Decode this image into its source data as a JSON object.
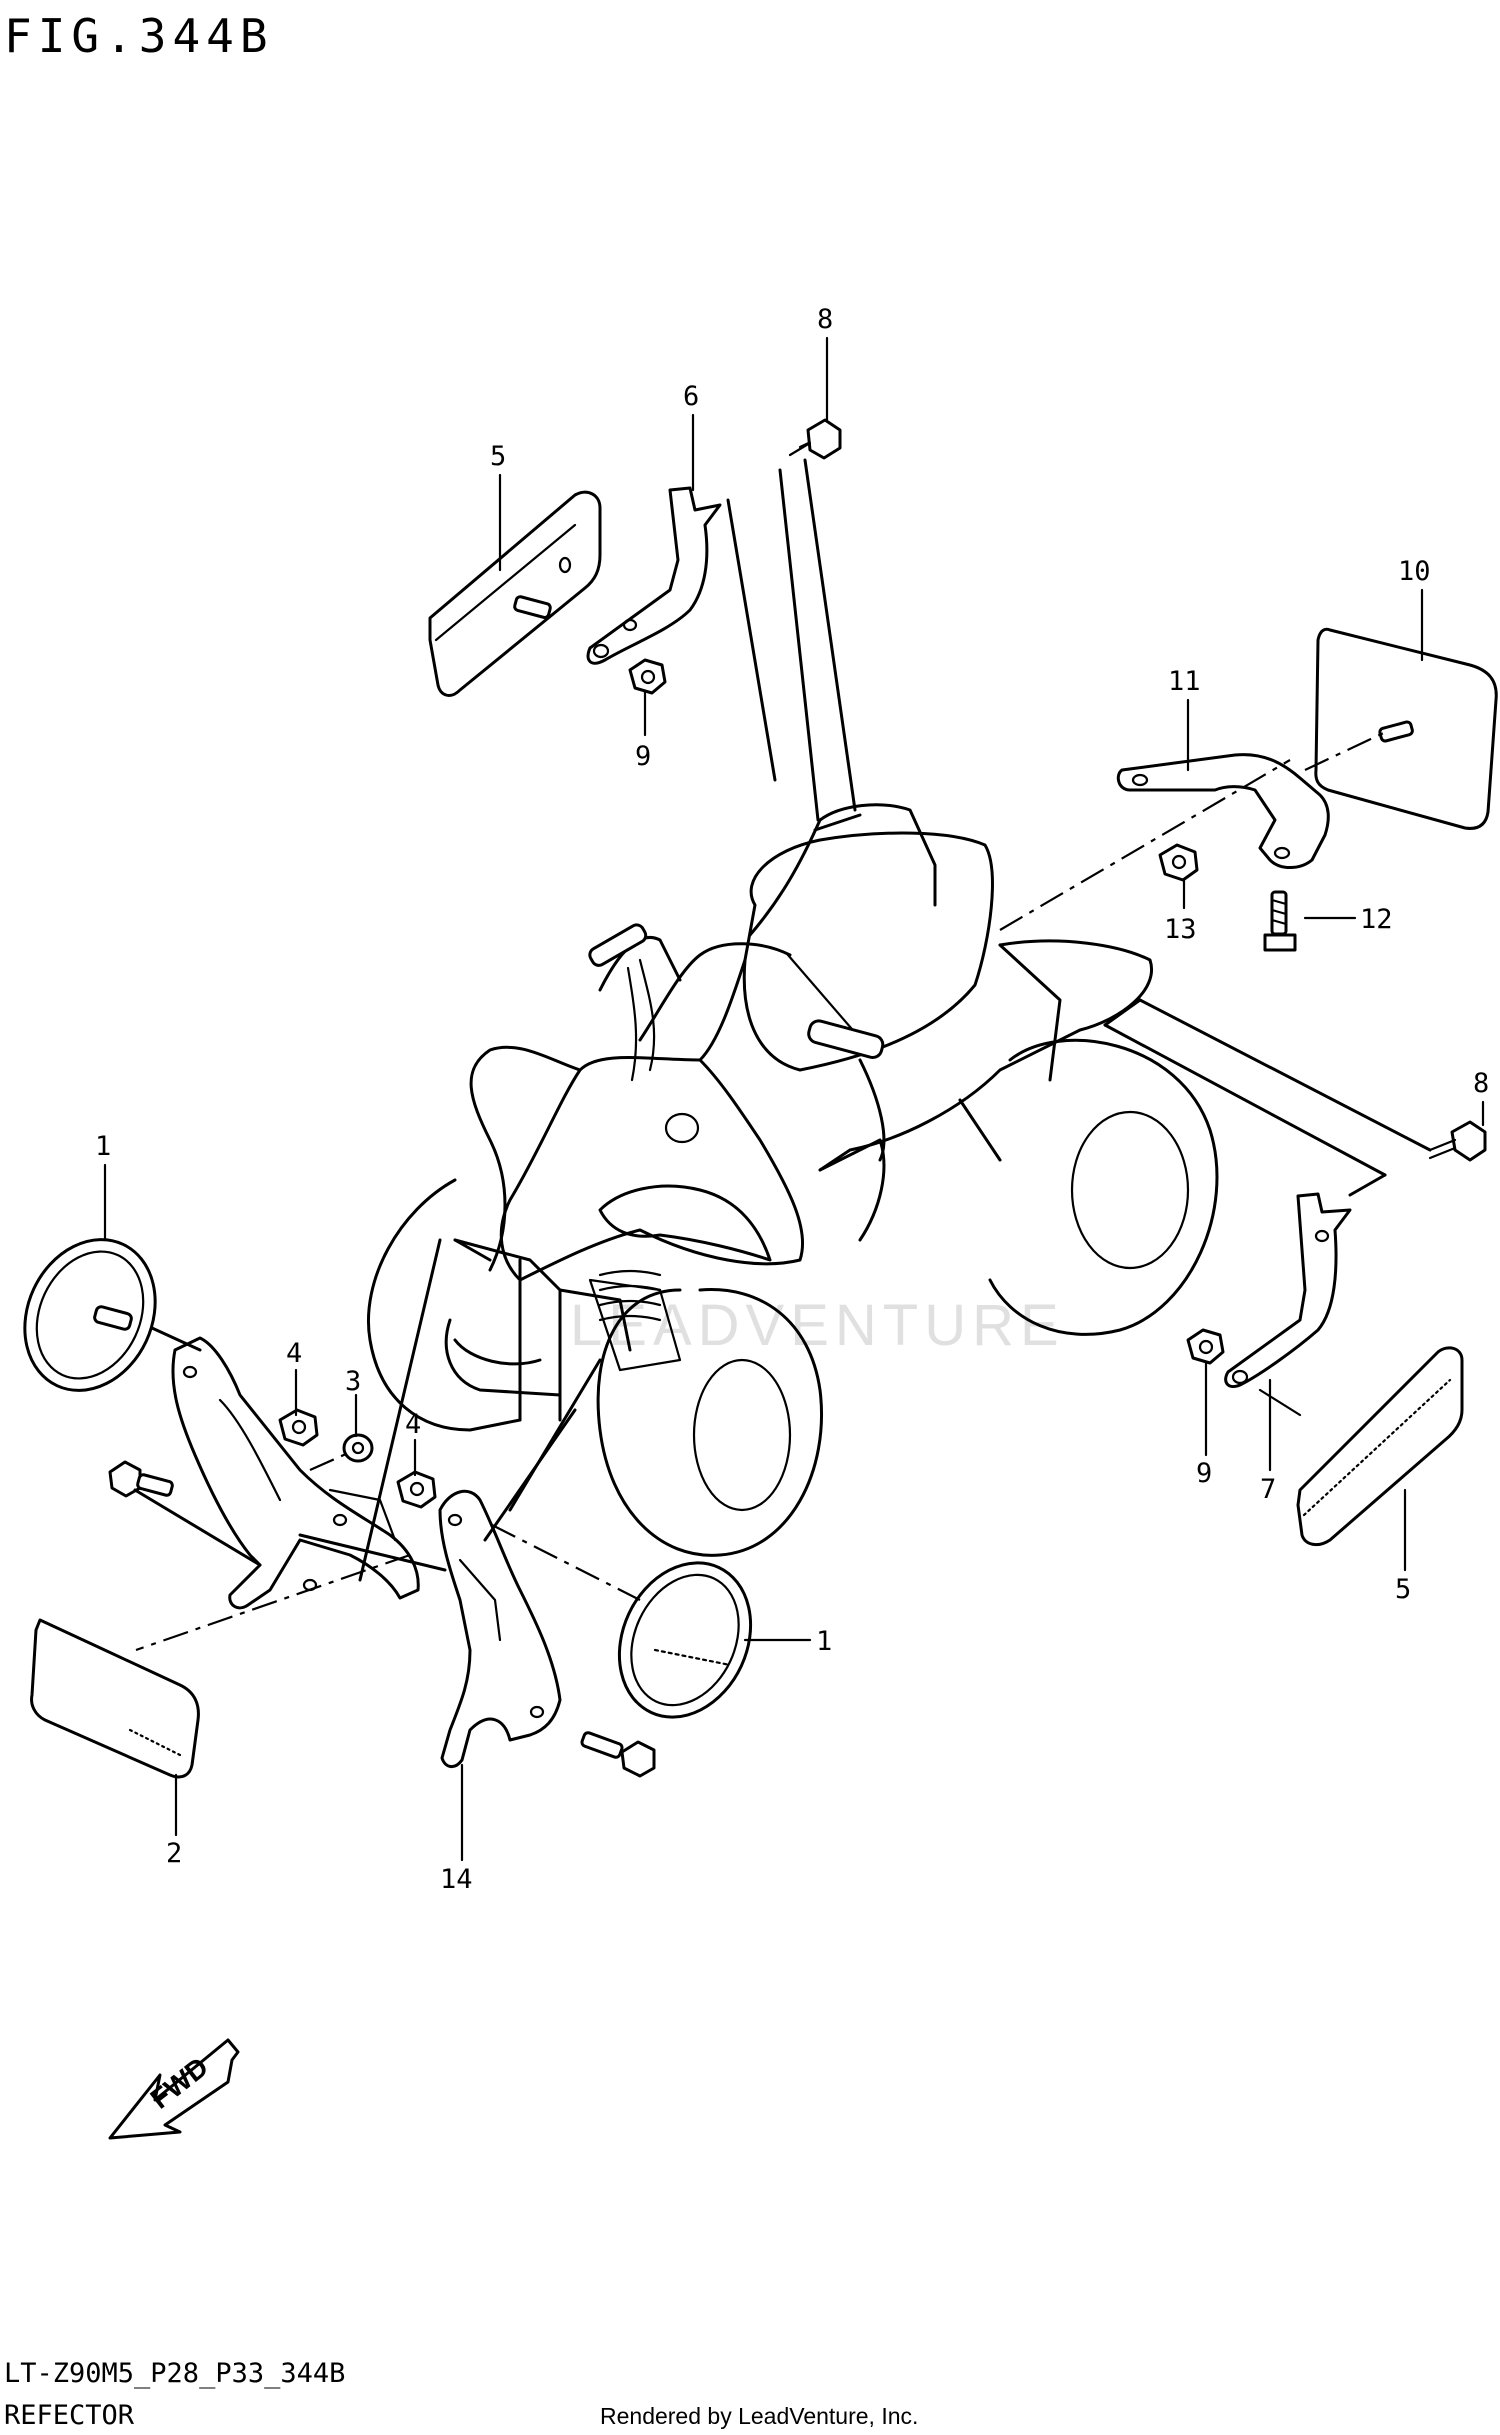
{
  "figure": {
    "title": "FIG.344B",
    "model_code": "LT-Z90M5_P28_P33_344B",
    "section_name": "REFECTOR",
    "rendered_by": "Rendered by LeadVenture, Inc.",
    "watermark": "LEADVENTURE",
    "fwd_label": "FWD"
  },
  "callouts": [
    {
      "id": "c1a",
      "label": "1"
    },
    {
      "id": "c1b",
      "label": "1"
    },
    {
      "id": "c2",
      "label": "2"
    },
    {
      "id": "c3",
      "label": "3"
    },
    {
      "id": "c4a",
      "label": "4"
    },
    {
      "id": "c4b",
      "label": "4"
    },
    {
      "id": "c5a",
      "label": "5"
    },
    {
      "id": "c5b",
      "label": "5"
    },
    {
      "id": "c6",
      "label": "6"
    },
    {
      "id": "c7",
      "label": "7"
    },
    {
      "id": "c8a",
      "label": "8"
    },
    {
      "id": "c8b",
      "label": "8"
    },
    {
      "id": "c9a",
      "label": "9"
    },
    {
      "id": "c9b",
      "label": "9"
    },
    {
      "id": "c10",
      "label": "10"
    },
    {
      "id": "c11",
      "label": "11"
    },
    {
      "id": "c12",
      "label": "12"
    },
    {
      "id": "c13",
      "label": "13"
    },
    {
      "id": "c14",
      "label": "14"
    }
  ]
}
